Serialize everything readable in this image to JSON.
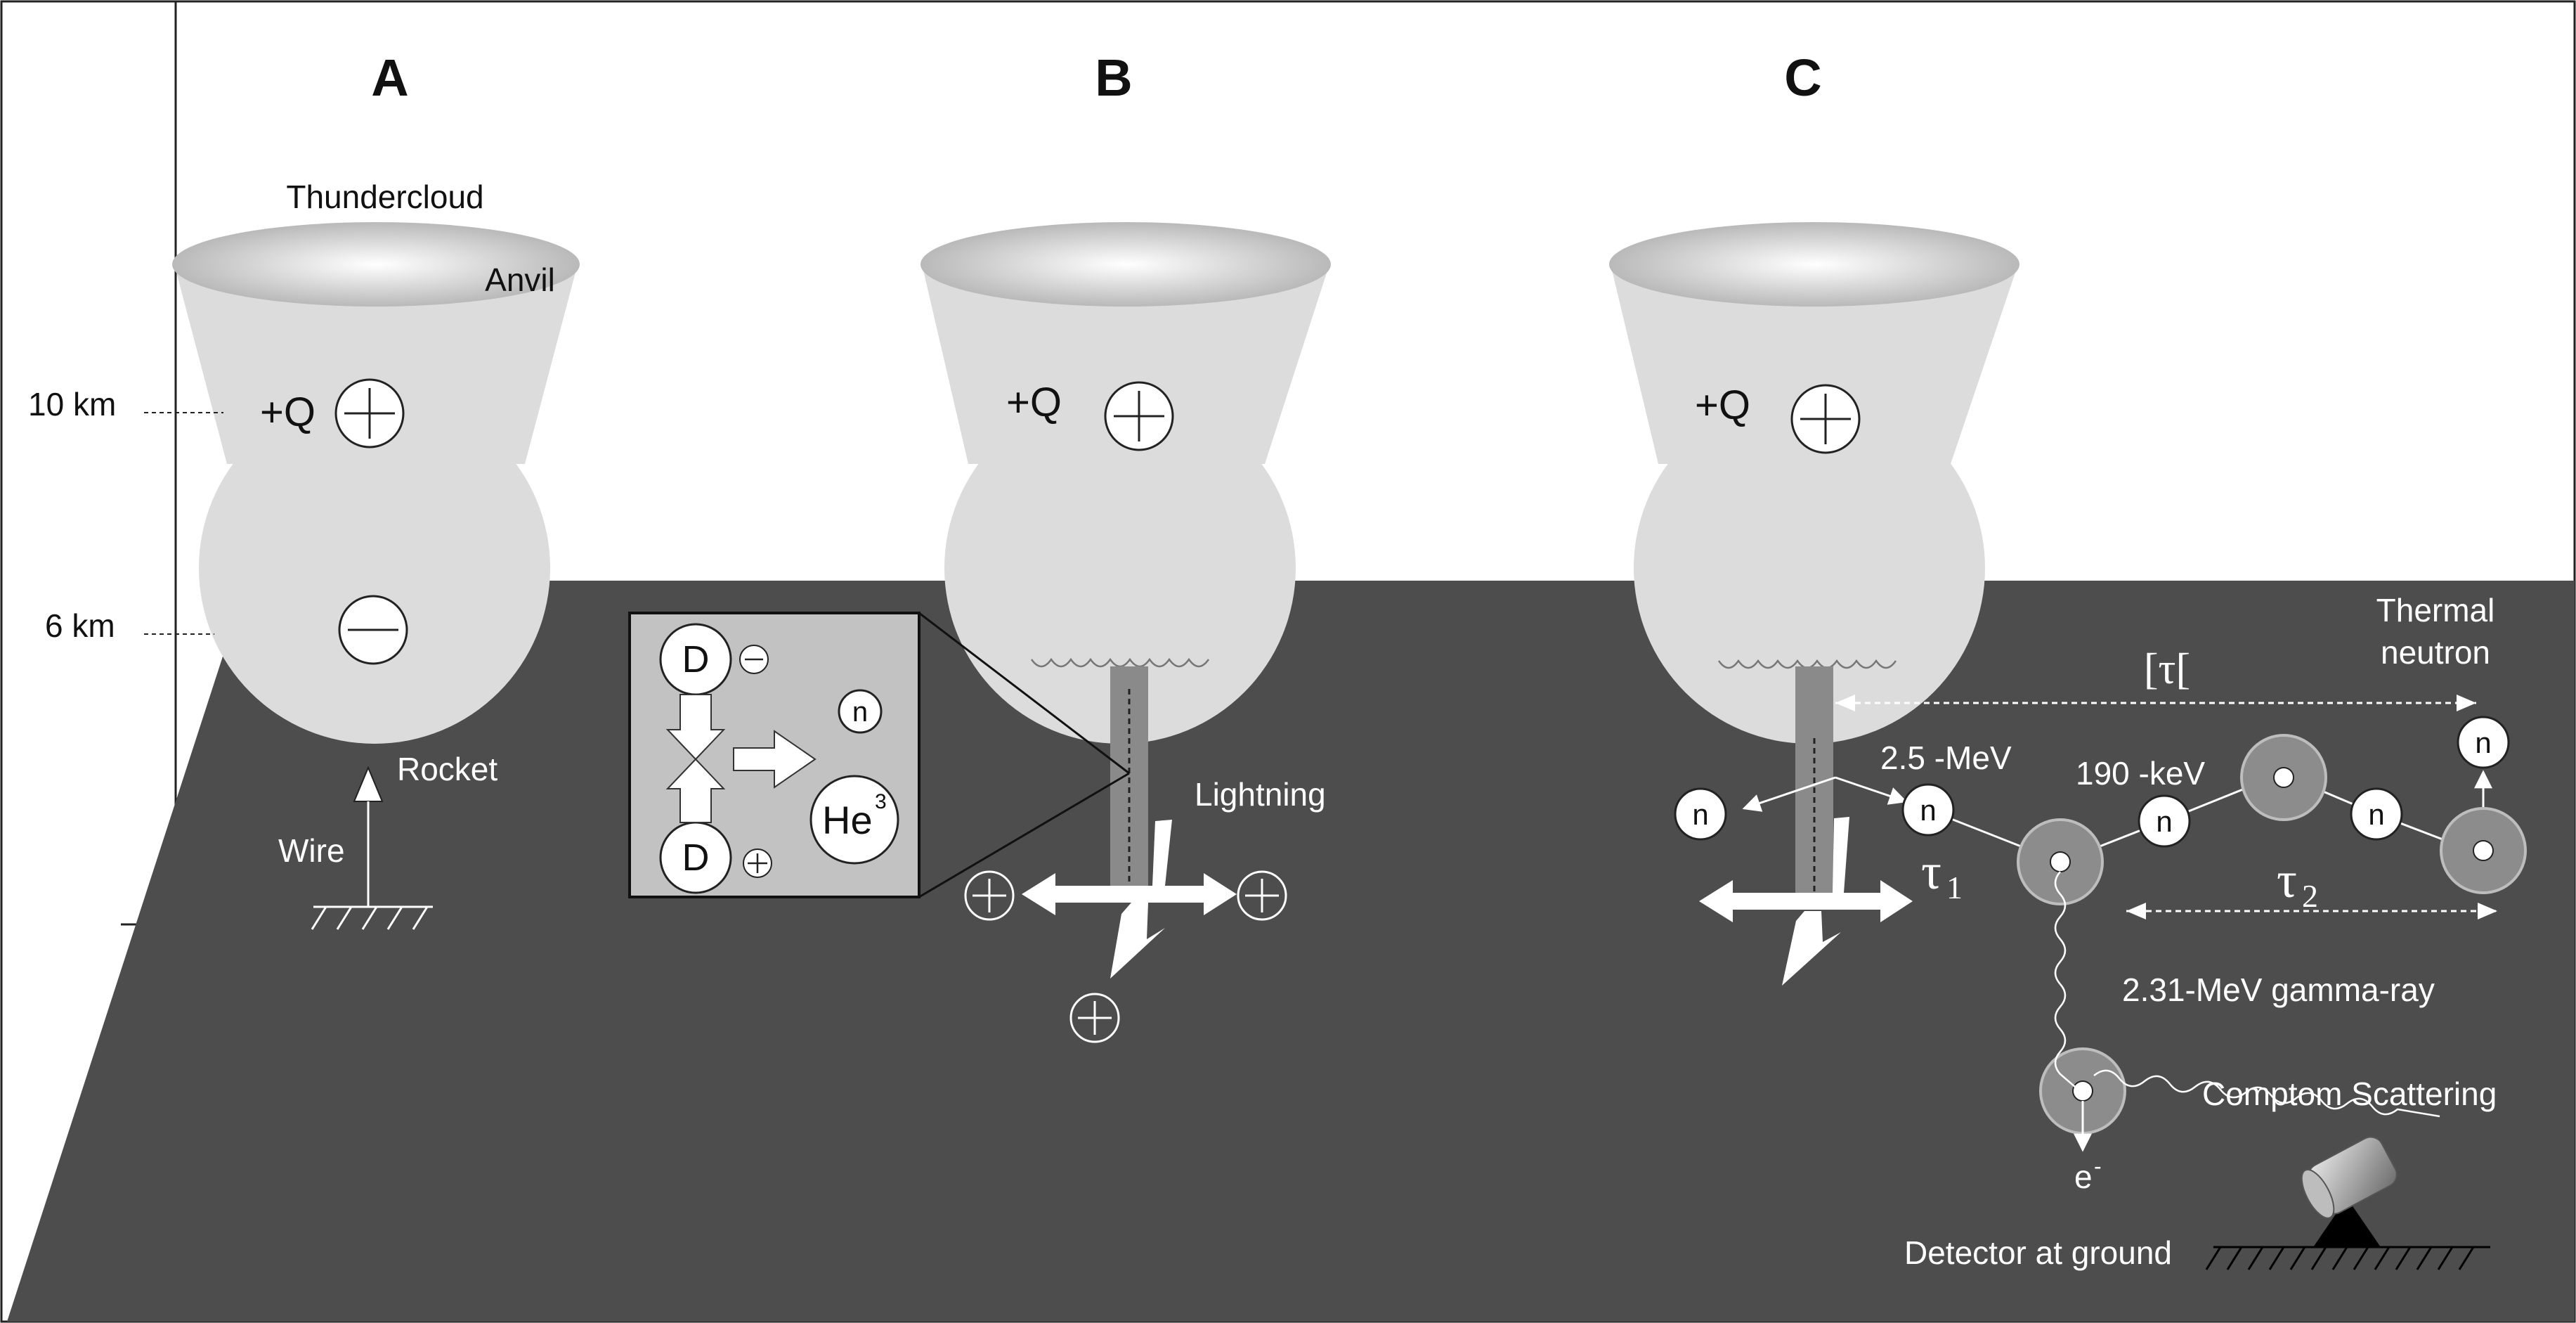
{
  "panels": {
    "a": "A",
    "b": "B",
    "c": "C"
  },
  "panel_a": {
    "thundercloud": "Thundercloud",
    "anvil": "Anvil",
    "altitude_10km": "10 km",
    "altitude_6km": "6 km",
    "charge": "+Q",
    "rocket": "Rocket",
    "wire": "Wire"
  },
  "panel_b": {
    "charge": "+Q",
    "lightning": "Lightning",
    "inset": {
      "deuteron_1": "D",
      "deuteron_2": "D",
      "neutron": "n",
      "helium": "He",
      "helium_superscript": "3"
    }
  },
  "panel_c": {
    "charge": "+Q",
    "thermal_neutron_line1": "Thermal",
    "thermal_neutron_line2": "neutron",
    "tau_bracket": "[τ[",
    "energy_neutron": "2.5 -MeV",
    "energy_thermal": "190 -keV",
    "tau1": "τ",
    "tau1_sub": "1",
    "tau2": "τ",
    "tau2_sub": "2",
    "gamma_ray": "2.31-MeV gamma-ray",
    "compton": "Comptom Scattering",
    "electron": "e",
    "electron_superscript": "-",
    "detector": "Detector at ground",
    "neutron_label": "n"
  },
  "colors": {
    "ground": "#4d4d4d",
    "cloud": "#dcdcdc",
    "nucleus_ring": "#8c8c8c",
    "lightning_channel": "#8a8a8a",
    "inset_bg": "#c2c2c2"
  }
}
